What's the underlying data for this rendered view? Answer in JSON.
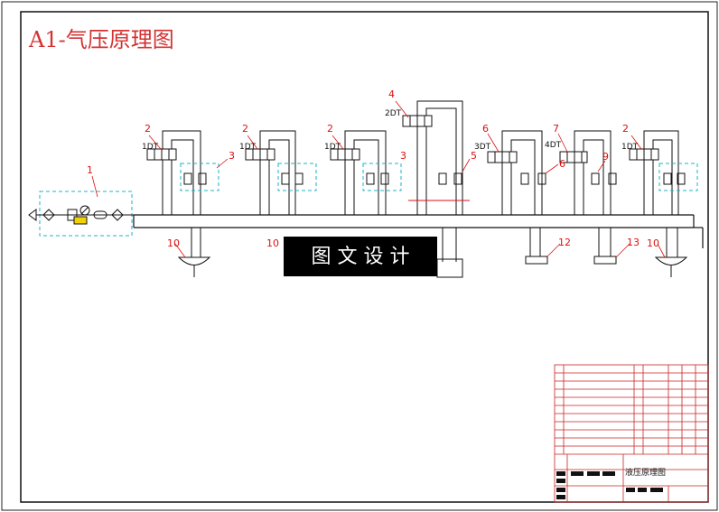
{
  "title": "A1-气压原理图",
  "watermark": "图 文 设 计",
  "title_block": {
    "drawing_name": "液压原理图"
  },
  "callouts": [
    {
      "id": "c1",
      "text": "1"
    },
    {
      "id": "c2a",
      "text": "2"
    },
    {
      "id": "c2b",
      "text": "2"
    },
    {
      "id": "c2c",
      "text": "2"
    },
    {
      "id": "c2d",
      "text": "2"
    },
    {
      "id": "c3a",
      "text": "3"
    },
    {
      "id": "c3b",
      "text": "3"
    },
    {
      "id": "c4",
      "text": "4"
    },
    {
      "id": "c5",
      "text": "5"
    },
    {
      "id": "c6a",
      "text": "6"
    },
    {
      "id": "c6b",
      "text": "6"
    },
    {
      "id": "c7",
      "text": "7"
    },
    {
      "id": "c9",
      "text": "9"
    },
    {
      "id": "c10a",
      "text": "10"
    },
    {
      "id": "c10b",
      "text": "10"
    },
    {
      "id": "c10c",
      "text": "10"
    },
    {
      "id": "c12",
      "text": "12"
    },
    {
      "id": "c13",
      "text": "13"
    }
  ],
  "valve_labels": [
    {
      "id": "v1",
      "text": "1DT"
    },
    {
      "id": "v2",
      "text": "1DT"
    },
    {
      "id": "v3",
      "text": "1DT"
    },
    {
      "id": "v4",
      "text": "2DT"
    },
    {
      "id": "v5",
      "text": "3DT"
    },
    {
      "id": "v6",
      "text": "4DT"
    },
    {
      "id": "v7",
      "text": "1DT"
    }
  ],
  "colors": {
    "line": "#111111",
    "callout": "#dd1111",
    "dashed_box": "#19b5c9",
    "title": "#d33333",
    "title_block": "#cc2222",
    "watermark_bg": "#000000",
    "watermark_fg": "#ffffff"
  }
}
